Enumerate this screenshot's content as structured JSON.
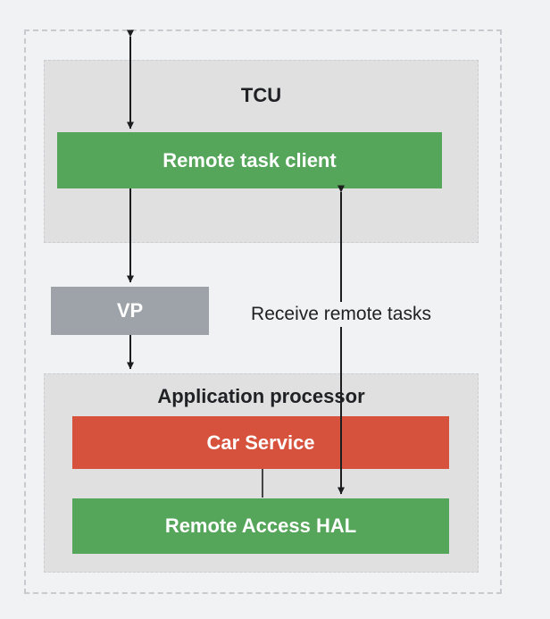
{
  "colors": {
    "page-bg": "#F1F2F4",
    "panel-bg": "#E0E0E0",
    "panel-border": "#CBCDD1",
    "outer-border": "#C7CACE",
    "green": "#55A55A",
    "red": "#D7523C",
    "gray": "#9DA3A8",
    "text-dark": "#202124",
    "arrow": "#1C1D1F"
  },
  "tcu": {
    "title": "TCU",
    "remote_task_client_label": "Remote task client"
  },
  "vp": {
    "label": "VP"
  },
  "application_processor": {
    "title": "Application processor",
    "car_service_label": "Car Service",
    "remote_access_hal_label": "Remote Access HAL"
  },
  "labels": {
    "receive_remote_tasks": "Receive remote tasks"
  }
}
